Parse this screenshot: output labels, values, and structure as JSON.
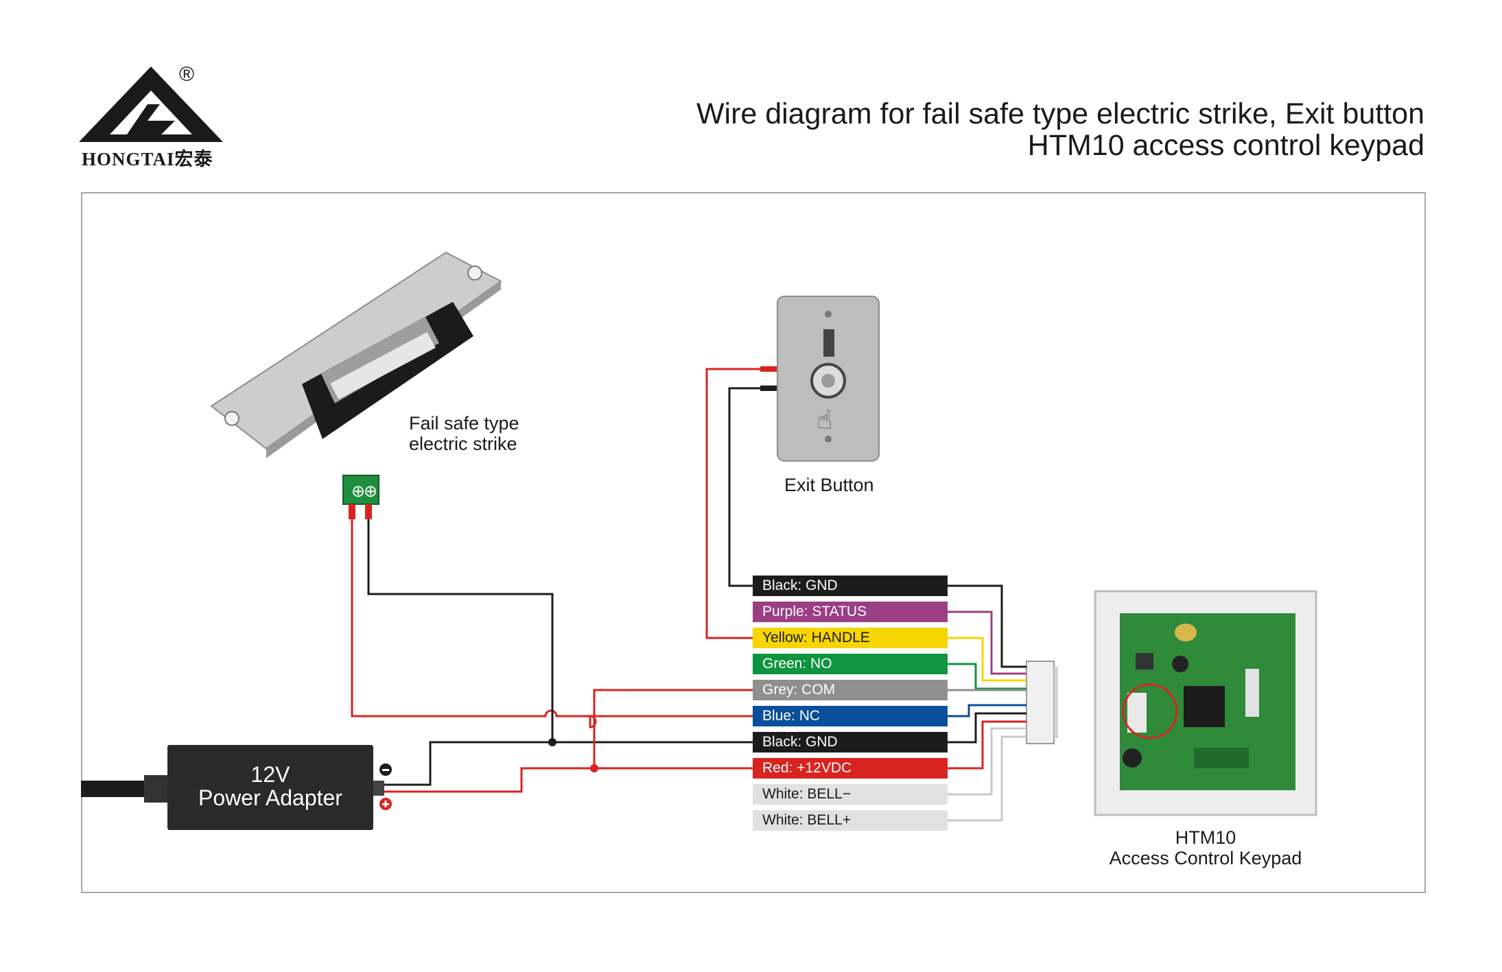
{
  "brand": {
    "name": "HONGTAI宏泰",
    "registered_mark": "®"
  },
  "title": {
    "line1": "Wire diagram for fail safe type electric strike, Exit button",
    "line2": "HTM10 access control keypad"
  },
  "components": {
    "strike": {
      "line1": "Fail safe type",
      "line2": "electric strike"
    },
    "exit_button": {
      "label": "Exit Button"
    },
    "adapter": {
      "line1": "12V",
      "line2": "Power Adapter"
    },
    "keypad": {
      "line1": "HTM10",
      "line2": "Access Control Keypad"
    }
  },
  "wires": [
    {
      "label": "Black: GND",
      "color": "#1c1c1c",
      "text_color": "#ffffff"
    },
    {
      "label": "Purple: STATUS",
      "color": "#9b3f85",
      "text_color": "#ffffff"
    },
    {
      "label": "Yellow: HANDLE",
      "color": "#f7d500",
      "text_color": "#1a1a1a"
    },
    {
      "label": "Green: NO",
      "color": "#0f9440",
      "text_color": "#ffffff"
    },
    {
      "label": "Grey: COM",
      "color": "#8f8f8f",
      "text_color": "#ffffff"
    },
    {
      "label": "Blue: NC",
      "color": "#0a4f9a",
      "text_color": "#ffffff"
    },
    {
      "label": "Black: GND",
      "color": "#1c1c1c",
      "text_color": "#ffffff"
    },
    {
      "label": "Red: +12VDC",
      "color": "#d9231f",
      "text_color": "#ffffff"
    },
    {
      "label": "White: BELL−",
      "color": "#e1e1e1",
      "text_color": "#1a1a1a"
    },
    {
      "label": "White: BELL+",
      "color": "#e1e1e1",
      "text_color": "#1a1a1a"
    }
  ],
  "colors": {
    "positive_wire": "#d9231f",
    "negative_wire": "#1c1c1c",
    "terminal_green": "#1e8f3e",
    "pcb_green": "#2f8a3a"
  }
}
